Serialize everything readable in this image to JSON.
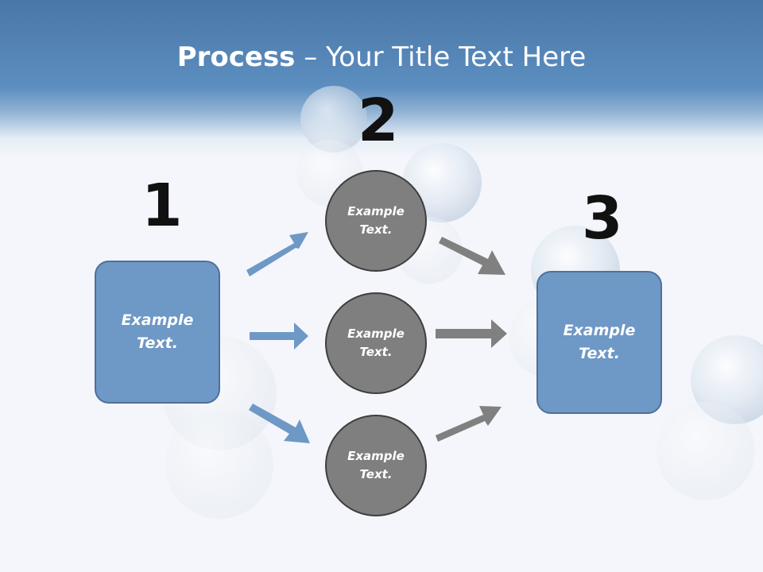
{
  "title": {
    "bold": "Process",
    "rest": " – Your Title Text Here"
  },
  "steps": [
    {
      "number": "1",
      "text": "Example\nText."
    },
    {
      "number": "2",
      "text": "Example\nText."
    },
    {
      "number": "3",
      "text": "Example\nText."
    }
  ],
  "circles": [
    {
      "text": "Example\nText."
    },
    {
      "text": "Example\nText."
    },
    {
      "text": "Example\nText."
    }
  ],
  "colors": {
    "box_fill": "#6e98c5",
    "circle_fill": "#7f7f7f",
    "arrow_blue": "#6e98c5",
    "arrow_gray": "#808080"
  }
}
